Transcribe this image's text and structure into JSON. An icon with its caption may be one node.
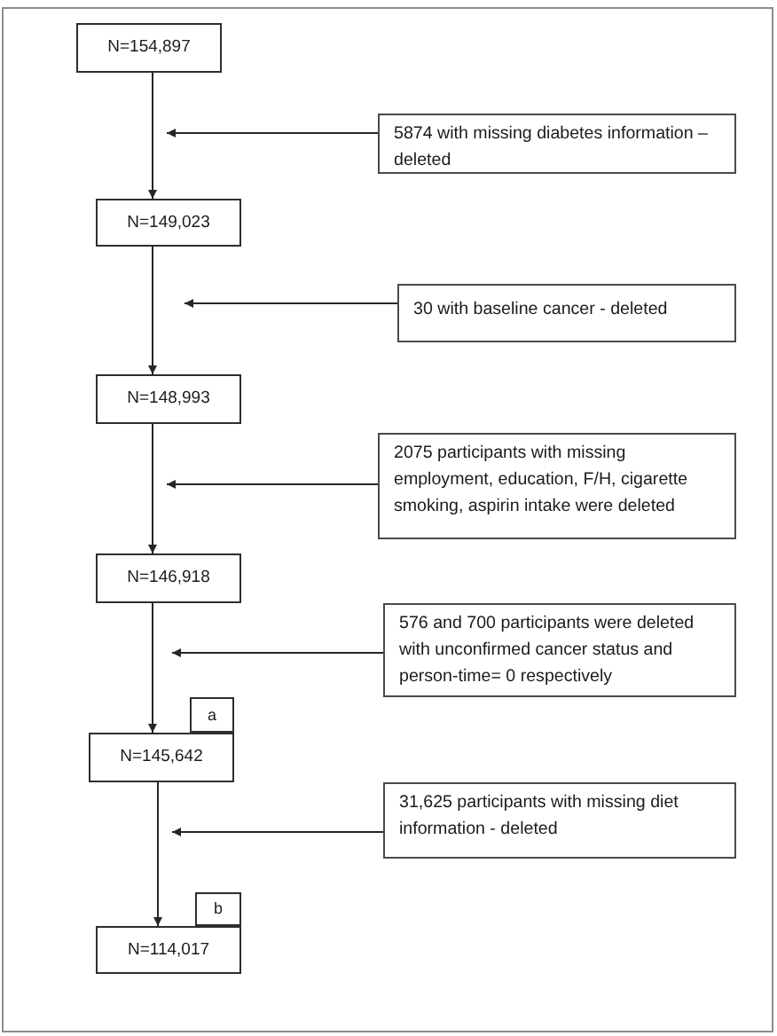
{
  "diagram": {
    "nodes": [
      {
        "text": [
          "N=154,897"
        ]
      },
      {
        "text": [
          "5874 with missing diabetes information – deleted"
        ]
      },
      {
        "text": [
          "N=149,023"
        ]
      },
      {
        "text": [
          "30 with baseline cancer - deleted"
        ]
      },
      {
        "text": [
          "N=148,993"
        ]
      },
      {
        "text": [
          "2075 participants with missing employment, education, F/H, cigarette smoking, aspirin intake were deleted"
        ]
      },
      {
        "text": [
          "N=146,918"
        ]
      },
      {
        "text": [
          "576 and 700 participants were deleted with unconfirmed cancer status and person-time= 0 respectively"
        ]
      },
      {
        "text": [
          "a"
        ]
      },
      {
        "text": [
          "N=145,642"
        ]
      },
      {
        "text": [
          "31,625 participants with missing diet information - deleted"
        ]
      },
      {
        "text": [
          "b"
        ]
      },
      {
        "text": [
          "N=114,017"
        ]
      }
    ],
    "edges": [
      {
        "from": 0,
        "to": 2,
        "arrow": "to"
      },
      {
        "from": 1,
        "to": null,
        "arrow": "to"
      },
      {
        "from": 2,
        "to": 4,
        "arrow": "to"
      },
      {
        "from": 3,
        "to": null,
        "arrow": "to"
      },
      {
        "from": 4,
        "to": 6,
        "arrow": "to"
      },
      {
        "from": 5,
        "to": null,
        "arrow": "to"
      },
      {
        "from": 6,
        "to": 9,
        "arrow": "to"
      },
      {
        "from": 7,
        "to": null,
        "arrow": "to"
      },
      {
        "from": 9,
        "to": 12,
        "arrow": "to"
      },
      {
        "from": 10,
        "to": null,
        "arrow": "to"
      }
    ]
  }
}
